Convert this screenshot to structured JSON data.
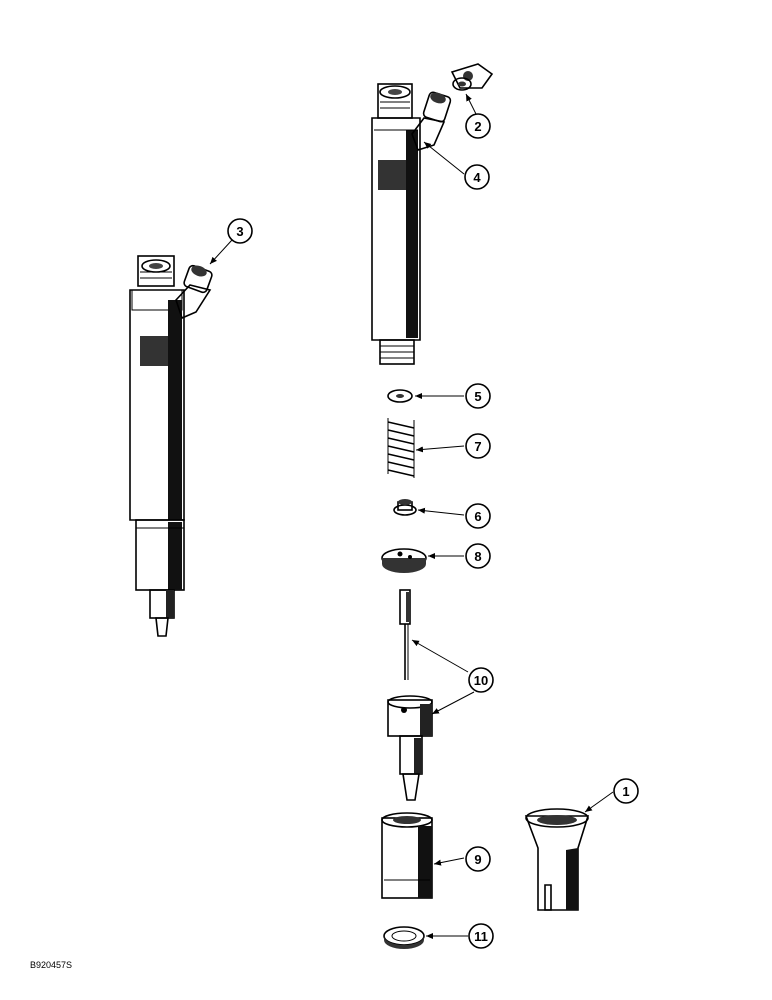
{
  "figure_code": "B920457S",
  "callouts": [
    {
      "id": "1",
      "label": "1"
    },
    {
      "id": "2",
      "label": "2"
    },
    {
      "id": "3",
      "label": "3"
    },
    {
      "id": "4",
      "label": "4"
    },
    {
      "id": "5",
      "label": "5"
    },
    {
      "id": "6",
      "label": "6"
    },
    {
      "id": "7",
      "label": "7"
    },
    {
      "id": "8",
      "label": "8"
    },
    {
      "id": "9",
      "label": "9"
    },
    {
      "id": "10",
      "label": "10"
    },
    {
      "id": "11",
      "label": "11"
    }
  ]
}
